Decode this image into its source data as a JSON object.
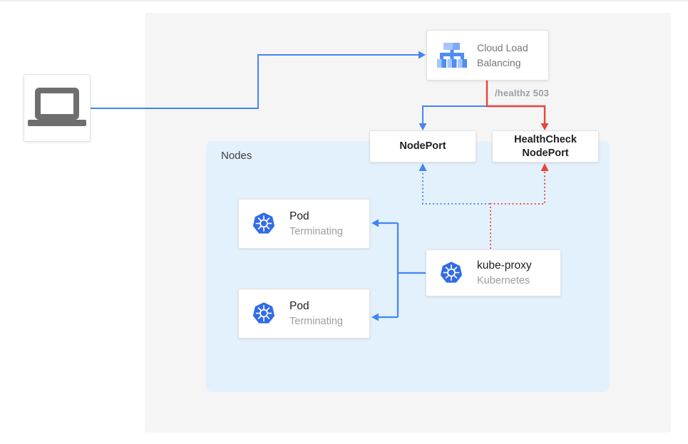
{
  "diagram": {
    "nodes_label": "Nodes",
    "healthz_label": "/healthz 503",
    "cloud_load_balancing": {
      "line1": "Cloud Load",
      "line2": "Balancing"
    },
    "nodeport_label": "NodePort",
    "healthcheck_nodeport": {
      "line1": "HealthCheck",
      "line2": "NodePort"
    },
    "pods": [
      {
        "title": "Pod",
        "subtitle": "Terminating"
      },
      {
        "title": "Pod",
        "subtitle": "Terminating"
      }
    ],
    "kube_proxy": {
      "title": "kube-proxy",
      "subtitle": "Kubernetes"
    },
    "icons": {
      "client": "laptop-icon",
      "load_balancer": "cloud-load-balancing-icon",
      "pod": "kubernetes-helm-icon",
      "kube_proxy": "kubernetes-helm-icon"
    },
    "colors": {
      "traffic_blue": "#4285f4",
      "healthcheck_red": "#ea4335",
      "kubernetes_blue": "#326ce5",
      "nodes_panel_bg": "#e3f1fd",
      "canvas_bg": "#f5f5f6",
      "muted_text": "#9e9e9e"
    }
  }
}
